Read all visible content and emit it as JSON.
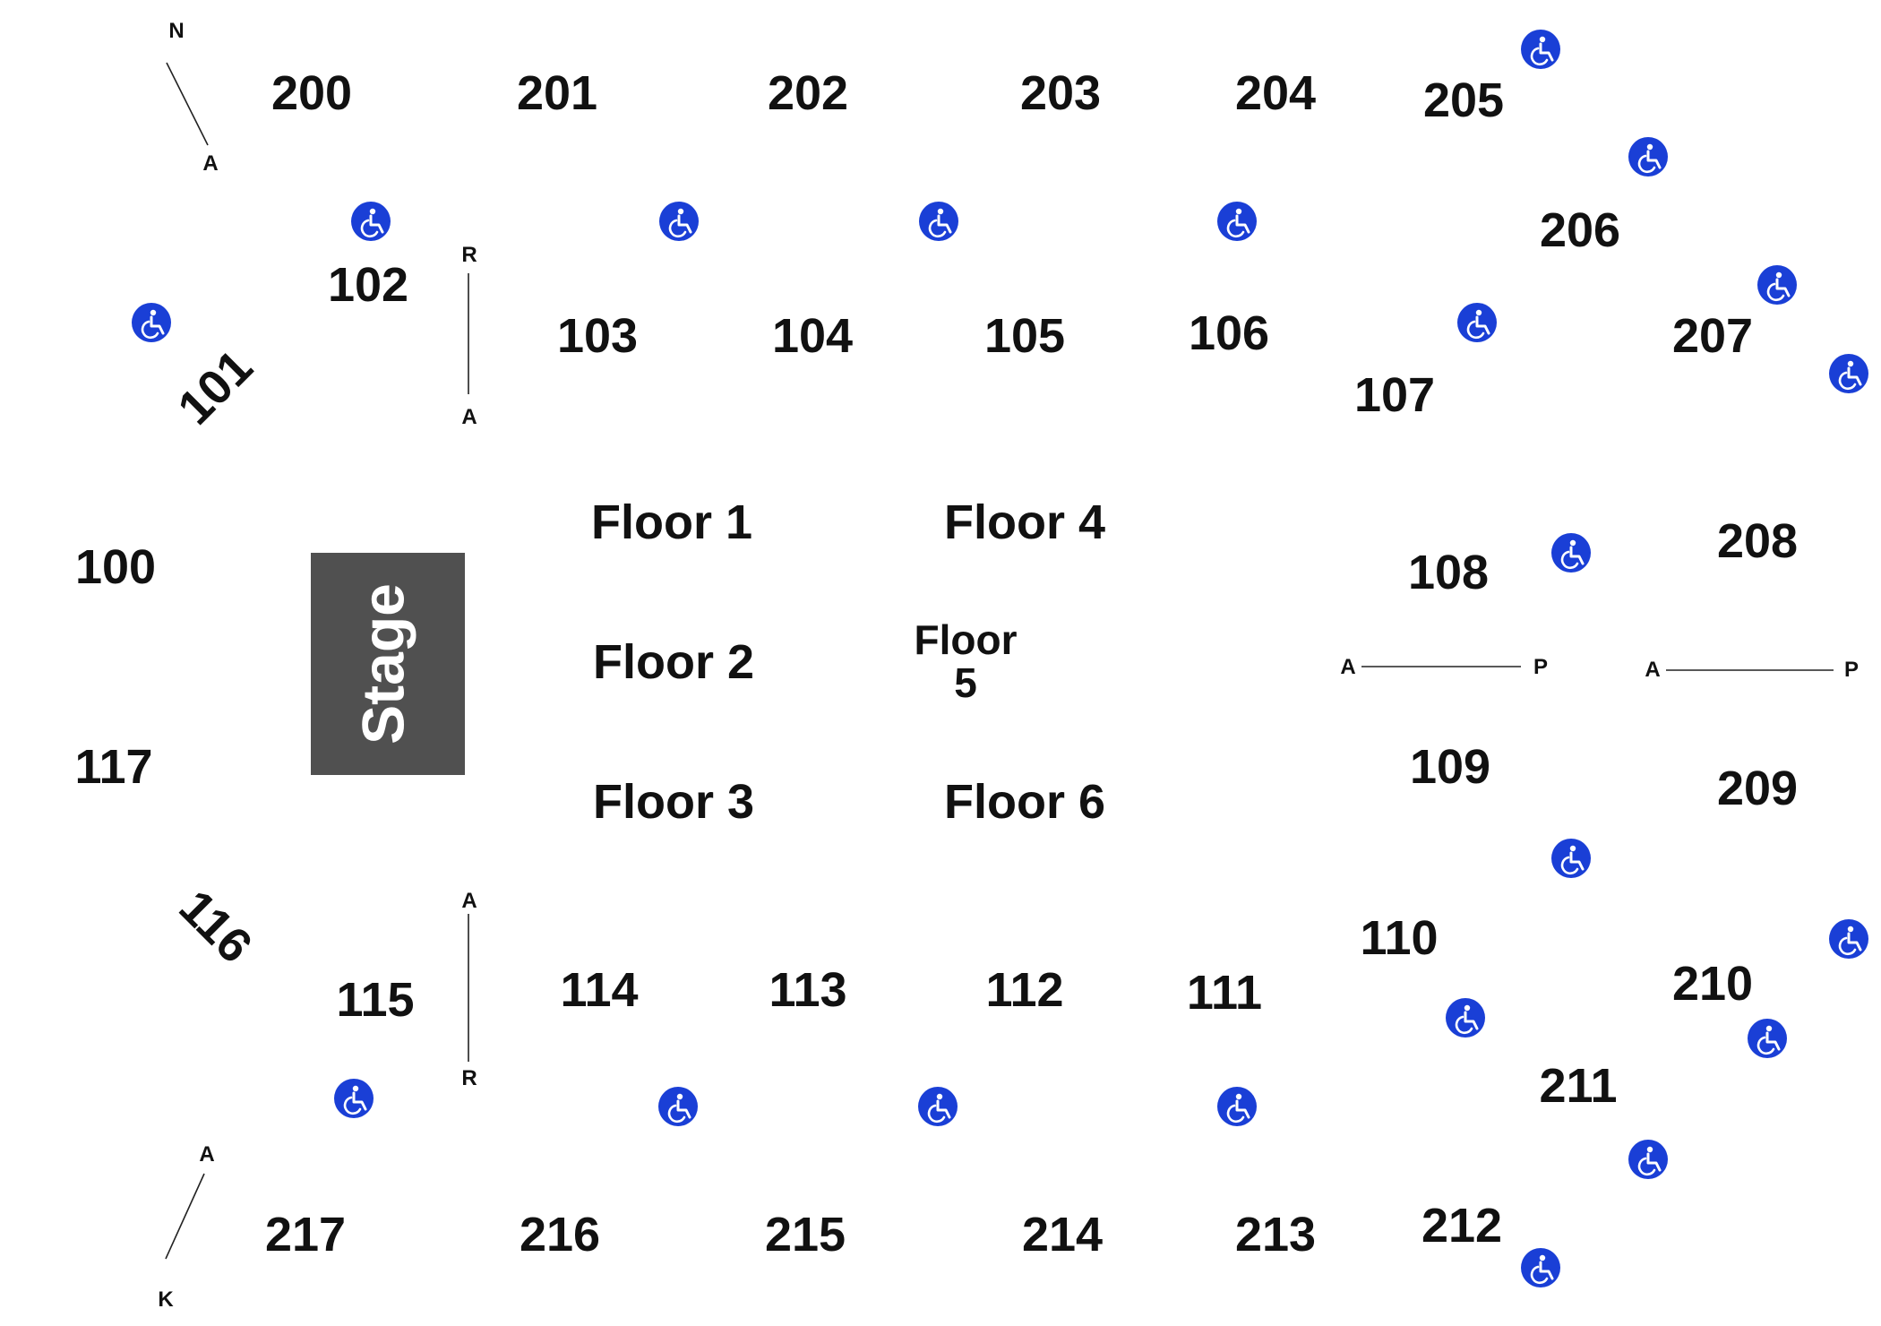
{
  "colors": {
    "accessible_icon_bg": "#1a3fd6",
    "stage_fill": "#505050",
    "stage_text": "#ffffff",
    "label": "#111111"
  },
  "stage": {
    "label": "Stage"
  },
  "floor_sections": {
    "floor1": "Floor 1",
    "floor2": "Floor 2",
    "floor3": "Floor 3",
    "floor4": "Floor 4",
    "floor5_line1": "Floor",
    "floor5_line2": "5",
    "floor6": "Floor 6"
  },
  "sections_200_level_top": [
    "200",
    "201",
    "202",
    "203",
    "204",
    "205",
    "206",
    "207",
    "208"
  ],
  "sections_200_level_bottom": [
    "209",
    "210",
    "211",
    "212",
    "213",
    "214",
    "215",
    "216",
    "217"
  ],
  "sections_100_level": {
    "s100": "100",
    "s101": "101",
    "s102": "102",
    "s103": "103",
    "s104": "104",
    "s105": "105",
    "s106": "106",
    "s107": "107",
    "s108": "108",
    "s109": "109",
    "s110": "110",
    "s111": "111",
    "s112": "112",
    "s113": "113",
    "s114": "114",
    "s115": "115",
    "s116": "116",
    "s117": "117"
  },
  "row_markers": {
    "upper_left": {
      "start": "N",
      "end": "A"
    },
    "lower_left": {
      "start": "A",
      "end": "K"
    },
    "floor_top_divider": {
      "start": "R",
      "end": "A"
    },
    "floor_bottom_divider": {
      "start": "A",
      "end": "R"
    },
    "right_100_divider": {
      "start": "A",
      "end": "P"
    },
    "right_200_divider": {
      "start": "A",
      "end": "P"
    }
  },
  "icons": {
    "accessible": "wheelchair-accessible-icon"
  }
}
